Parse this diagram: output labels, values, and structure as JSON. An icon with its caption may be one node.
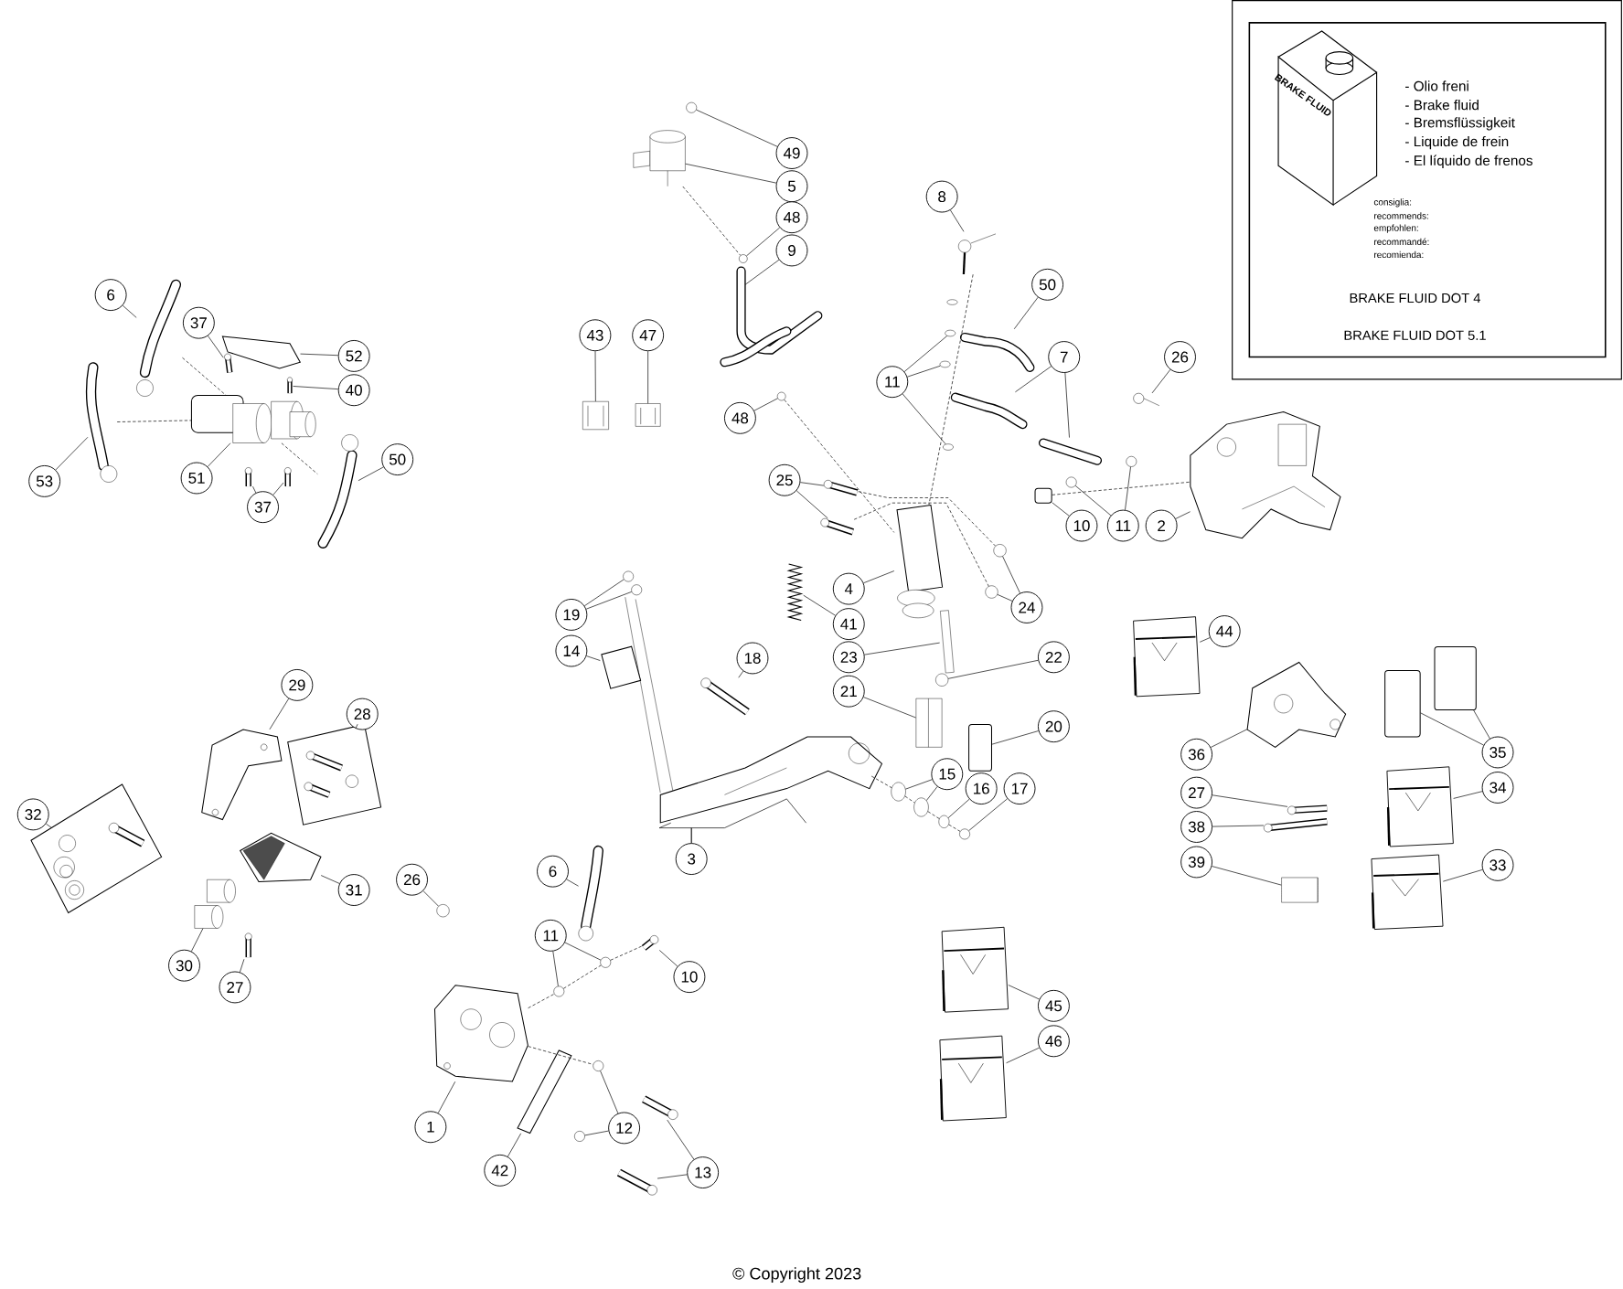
{
  "diagram": {
    "nodes": [
      {
        "text": [
          "- Olio freni",
          "- Brake fluid",
          "- Bremsflüssigkeit",
          "- Liquide de frein",
          "- El líquido de frenos",
          "consiglia:",
          "recommends:",
          "empfohlen:",
          "recommandé:",
          "recomienda:",
          "BRAKE FLUID DOT 4",
          "BRAKE FLUID DOT 5.1"
        ]
      },
      {
        "text": [
          "49"
        ]
      },
      {
        "text": [
          "5"
        ]
      },
      {
        "text": [
          "48"
        ]
      },
      {
        "text": [
          "9"
        ]
      },
      {
        "text": [
          "48"
        ]
      },
      {
        "text": [
          "43"
        ]
      },
      {
        "text": [
          "47"
        ]
      },
      {
        "text": [
          "8"
        ]
      },
      {
        "text": [
          "50"
        ]
      },
      {
        "text": [
          "11"
        ]
      },
      {
        "text": [
          "7"
        ]
      },
      {
        "text": [
          "26"
        ]
      },
      {
        "text": [
          "10"
        ]
      },
      {
        "text": [
          "11"
        ]
      },
      {
        "text": [
          "2"
        ]
      },
      {
        "text": [
          "25"
        ]
      },
      {
        "text": [
          "4"
        ]
      },
      {
        "text": [
          "24"
        ]
      },
      {
        "text": [
          "41"
        ]
      },
      {
        "text": [
          "23"
        ]
      },
      {
        "text": [
          "22"
        ]
      },
      {
        "text": [
          "21"
        ]
      },
      {
        "text": [
          "20"
        ]
      },
      {
        "text": [
          "18"
        ]
      },
      {
        "text": [
          "19"
        ]
      },
      {
        "text": [
          "14"
        ]
      },
      {
        "text": [
          "3"
        ]
      },
      {
        "text": [
          "15"
        ]
      },
      {
        "text": [
          "16"
        ]
      },
      {
        "text": [
          "17"
        ]
      },
      {
        "text": [
          "44"
        ]
      },
      {
        "text": [
          "35"
        ]
      },
      {
        "text": [
          "36"
        ]
      },
      {
        "text": [
          "27"
        ]
      },
      {
        "text": [
          "38"
        ]
      },
      {
        "text": [
          "34"
        ]
      },
      {
        "text": [
          "39"
        ]
      },
      {
        "text": [
          "33"
        ]
      },
      {
        "text": [
          "45"
        ]
      },
      {
        "text": [
          "46"
        ]
      },
      {
        "text": [
          "6"
        ]
      },
      {
        "text": [
          "37"
        ]
      },
      {
        "text": [
          "52"
        ]
      },
      {
        "text": [
          "40"
        ]
      },
      {
        "text": [
          "51"
        ]
      },
      {
        "text": [
          "37"
        ]
      },
      {
        "text": [
          "53"
        ]
      },
      {
        "text": [
          "50"
        ]
      },
      {
        "text": [
          "29"
        ]
      },
      {
        "text": [
          "28"
        ]
      },
      {
        "text": [
          "32"
        ]
      },
      {
        "text": [
          "31"
        ]
      },
      {
        "text": [
          "30"
        ]
      },
      {
        "text": [
          "27"
        ]
      },
      {
        "text": [
          "26"
        ]
      },
      {
        "text": [
          "6"
        ]
      },
      {
        "text": [
          "11"
        ]
      },
      {
        "text": [
          "10"
        ]
      },
      {
        "text": [
          "1"
        ]
      },
      {
        "text": [
          "12"
        ]
      },
      {
        "text": [
          "42"
        ]
      },
      {
        "text": [
          "13"
        ]
      },
      {
        "text": [],
        "shape": "circle"
      },
      {
        "text": [],
        "shape": "picture"
      },
      {
        "text": [],
        "shape": "circle"
      },
      {
        "text": [],
        "shape": "picture"
      },
      {
        "text": [],
        "shape": "circle"
      },
      {
        "text": [],
        "shape": "picture"
      },
      {
        "text": [],
        "shape": "picture"
      },
      {
        "text": [],
        "shape": "picture"
      },
      {
        "text": [],
        "shape": "picture"
      },
      {
        "text": [],
        "shape": "circle"
      },
      {
        "text": [],
        "shape": "circle"
      },
      {
        "text": [],
        "shape": "circle"
      },
      {
        "text": [],
        "shape": "picture"
      },
      {
        "text": [],
        "shape": "picture"
      },
      {
        "text": [],
        "shape": "picture"
      },
      {
        "text": [],
        "shape": "box"
      },
      {
        "text": [],
        "shape": "circle"
      },
      {
        "text": [],
        "shape": "circle"
      },
      {
        "text": [],
        "shape": "picture"
      },
      {
        "text": [],
        "shape": "picture"
      },
      {
        "text": [],
        "shape": "picture"
      },
      {
        "text": [],
        "shape": "picture"
      },
      {
        "text": [],
        "shape": "circle"
      },
      {
        "text": [],
        "shape": "circle"
      },
      {
        "text": [],
        "shape": "picture"
      },
      {
        "text": [],
        "shape": "picture"
      },
      {
        "text": [],
        "shape": "circle"
      },
      {
        "text": [],
        "shape": "picture"
      },
      {
        "text": [],
        "shape": "box"
      },
      {
        "text": [],
        "shape": "picture"
      },
      {
        "text": [],
        "shape": "circle"
      },
      {
        "text": [],
        "shape": "circle"
      },
      {
        "text": [],
        "shape": "picture"
      },
      {
        "text": [],
        "shape": "picture"
      },
      {
        "text": [],
        "shape": "circle"
      },
      {
        "text": [],
        "shape": "circle"
      },
      {
        "text": [],
        "shape": "circle"
      },
      {
        "text": [],
        "shape": "circle"
      },
      {
        "text": [],
        "shape": "picture"
      },
      {
        "text": [],
        "shape": "box"
      },
      {
        "text": [],
        "shape": "box"
      },
      {
        "text": [],
        "shape": "picture"
      },
      {
        "text": [],
        "shape": "picture"
      },
      {
        "text": [],
        "shape": "picture"
      },
      {
        "text": [],
        "shape": "picture"
      },
      {
        "text": [],
        "shape": "cylinder"
      },
      {
        "text": [],
        "shape": "picture"
      },
      {
        "text": [],
        "shape": "picture"
      },
      {
        "text": [],
        "shape": "picture"
      },
      {
        "text": [],
        "shape": "picture"
      },
      {
        "text": [],
        "shape": "picture"
      },
      {
        "text": [],
        "shape": "picture"
      },
      {
        "text": [],
        "shape": "picture"
      },
      {
        "text": [],
        "shape": "picture"
      },
      {
        "text": [],
        "shape": "picture"
      },
      {
        "text": [],
        "shape": "picture"
      },
      {
        "text": [],
        "shape": "picture"
      },
      {
        "text": [],
        "shape": "picture"
      },
      {
        "text": [],
        "shape": "picture"
      },
      {
        "text": [],
        "shape": "picture"
      },
      {
        "text": [],
        "shape": "picture"
      },
      {
        "text": [],
        "shape": "picture"
      },
      {
        "text": [],
        "shape": "picture"
      },
      {
        "text": [],
        "shape": "picture"
      },
      {
        "text": [],
        "shape": "circle"
      },
      {
        "text": [],
        "shape": "picture"
      },
      {
        "text": [],
        "shape": "circle"
      },
      {
        "text": [],
        "shape": "circle"
      },
      {
        "text": [],
        "shape": "picture"
      },
      {
        "text": [],
        "shape": "picture"
      },
      {
        "text": [],
        "shape": "picture"
      },
      {
        "text": [],
        "shape": "circle"
      },
      {
        "text": [],
        "shape": "circle"
      },
      {
        "text": [],
        "shape": "picture"
      },
      {
        "text": [],
        "shape": "picture"
      }
    ],
    "edges": [
      {
        "from": 1,
        "to": 63,
        "arrow": "none"
      },
      {
        "from": 2,
        "to": 64,
        "arrow": "none"
      },
      {
        "from": 3,
        "to": 65,
        "arrow": "none"
      },
      {
        "from": 4,
        "to": 66,
        "arrow": "none"
      },
      {
        "from": 5,
        "to": 67,
        "arrow": "none"
      },
      {
        "from": 6,
        "to": 68,
        "arrow": "none"
      },
      {
        "from": 7,
        "to": 69,
        "arrow": "none"
      },
      {
        "from": 8,
        "to": 70,
        "arrow": "none"
      },
      {
        "from": 9,
        "to": 71,
        "arrow": "none"
      },
      {
        "from": 10,
        "to": 72,
        "arrow": "none"
      },
      {
        "from": 10,
        "to": 73,
        "arrow": "none"
      },
      {
        "from": 10,
        "to": 74,
        "arrow": "none"
      },
      {
        "from": 11,
        "to": 75,
        "arrow": "none"
      },
      {
        "from": 11,
        "to": 76,
        "arrow": "none"
      },
      {
        "from": 12,
        "to": 77,
        "arrow": "none"
      },
      {
        "from": 13,
        "to": 78,
        "arrow": "none"
      },
      {
        "from": 14,
        "to": 79,
        "arrow": "none"
      },
      {
        "from": 14,
        "to": 80,
        "arrow": "none"
      },
      {
        "from": 15,
        "to": 81,
        "arrow": "none"
      },
      {
        "from": 16,
        "to": 82,
        "arrow": "none"
      },
      {
        "from": 16,
        "to": 83,
        "arrow": "none"
      },
      {
        "from": 17,
        "to": 84,
        "arrow": "none"
      },
      {
        "from": 18,
        "to": 85,
        "arrow": "none"
      },
      {
        "from": 18,
        "to": 86,
        "arrow": "none"
      },
      {
        "from": 19,
        "to": 87,
        "arrow": "none"
      },
      {
        "from": 20,
        "to": 88,
        "arrow": "none"
      },
      {
        "from": 21,
        "to": 89,
        "arrow": "none"
      },
      {
        "from": 22,
        "to": 90,
        "arrow": "none"
      },
      {
        "from": 23,
        "to": 91,
        "arrow": "none"
      },
      {
        "from": 24,
        "to": 92,
        "arrow": "none"
      },
      {
        "from": 25,
        "to": 93,
        "arrow": "none"
      },
      {
        "from": 25,
        "to": 94,
        "arrow": "none"
      },
      {
        "from": 26,
        "to": 95,
        "arrow": "none"
      },
      {
        "from": 27,
        "to": 96,
        "arrow": "none"
      },
      {
        "from": 27,
        "to": 96,
        "arrow": "none"
      },
      {
        "from": 28,
        "to": 97,
        "arrow": "none"
      },
      {
        "from": 28,
        "to": 98,
        "arrow": "none"
      },
      {
        "from": 29,
        "to": 99,
        "arrow": "none"
      },
      {
        "from": 30,
        "to": 100,
        "arrow": "none"
      },
      {
        "from": 31,
        "to": 101,
        "arrow": "none"
      },
      {
        "from": 32,
        "to": 102,
        "arrow": "none"
      },
      {
        "from": 32,
        "to": 103,
        "arrow": "none"
      },
      {
        "from": 33,
        "to": 104,
        "arrow": "none"
      },
      {
        "from": 34,
        "to": 105,
        "arrow": "none"
      },
      {
        "from": 35,
        "to": 106,
        "arrow": "none"
      },
      {
        "from": 36,
        "to": 107,
        "arrow": "none"
      },
      {
        "from": 37,
        "to": 108,
        "arrow": "none"
      },
      {
        "from": 38,
        "to": 109,
        "arrow": "none"
      },
      {
        "from": 39,
        "to": 110,
        "arrow": "none"
      },
      {
        "from": 40,
        "to": 111,
        "arrow": "none"
      },
      {
        "from": 41,
        "to": 112,
        "arrow": "none"
      },
      {
        "from": 42,
        "to": 113,
        "arrow": "none"
      },
      {
        "from": 43,
        "to": 114,
        "arrow": "none"
      },
      {
        "from": 44,
        "to": 115,
        "arrow": "none"
      },
      {
        "from": 45,
        "to": 116,
        "arrow": "none"
      },
      {
        "from": 46,
        "to": 117,
        "arrow": "none"
      },
      {
        "from": 46,
        "to": 118,
        "arrow": "none"
      },
      {
        "from": 47,
        "to": 119,
        "arrow": "none"
      },
      {
        "from": 48,
        "to": 120,
        "arrow": "none"
      },
      {
        "from": 49,
        "to": 121,
        "arrow": "none"
      },
      {
        "from": 50,
        "to": 122,
        "arrow": "none"
      },
      {
        "from": 51,
        "to": 123,
        "arrow": "none"
      },
      {
        "from": 52,
        "to": 124,
        "arrow": "none"
      },
      {
        "from": 53,
        "to": 125,
        "arrow": "none"
      },
      {
        "from": 54,
        "to": 126,
        "arrow": "none"
      },
      {
        "from": 55,
        "to": 127,
        "arrow": "none"
      },
      {
        "from": 56,
        "to": 128,
        "arrow": "none"
      },
      {
        "from": 57,
        "to": 129,
        "arrow": "none"
      },
      {
        "from": 57,
        "to": 130,
        "arrow": "none"
      },
      {
        "from": 58,
        "to": 131,
        "arrow": "none"
      },
      {
        "from": 59,
        "to": 132,
        "arrow": "none"
      },
      {
        "from": 60,
        "to": 134,
        "arrow": "none"
      },
      {
        "from": 60,
        "to": 135,
        "arrow": "none"
      },
      {
        "from": 61,
        "to": 133,
        "arrow": "none"
      },
      {
        "from": 62,
        "to": 136,
        "arrow": "none"
      },
      {
        "from": 62,
        "to": 137,
        "arrow": "none"
      },
      {
        "from": 64,
        "to": 65,
        "arrow": "none",
        "style": "dashed"
      },
      {
        "from": 67,
        "to": 84,
        "arrow": "none",
        "style": "dashed"
      },
      {
        "from": 70,
        "to": 84,
        "arrow": "none",
        "style": "dashed"
      },
      {
        "from": 78,
        "to": 81,
        "arrow": "none",
        "style": "dashed"
      },
      {
        "from": 82,
        "to": 85,
        "arrow": "none",
        "style": "dashed"
      },
      {
        "from": 83,
        "to": 86,
        "arrow": "none",
        "style": "dashed"
      },
      {
        "from": 96,
        "to": 97,
        "arrow": "none",
        "style": "dashed"
      },
      {
        "from": 112,
        "to": 116,
        "arrow": "none",
        "style": "dashed"
      },
      {
        "from": 119,
        "to": 116,
        "arrow": "none",
        "style": "dashed"
      },
      {
        "from": 116,
        "to": 120,
        "arrow": "none",
        "style": "dashed"
      },
      {
        "from": 132,
        "to": 129,
        "arrow": "none",
        "style": "dashed"
      },
      {
        "from": 129,
        "to": 130,
        "arrow": "none",
        "style": "dashed"
      },
      {
        "from": 130,
        "to": 131,
        "arrow": "none",
        "style": "dashed"
      },
      {
        "from": 132,
        "to": 134,
        "arrow": "none",
        "style": "dashed"
      },
      {
        "from": 97,
        "to": 98,
        "arrow": "none",
        "style": "dashed"
      },
      {
        "from": 98,
        "to": 99,
        "arrow": "none",
        "style": "dashed"
      },
      {
        "from": 99,
        "to": 100,
        "arrow": "none",
        "style": "dashed"
      }
    ],
    "labels": [
      "BRAKE FLUID",
      "© Copyright 2023"
    ]
  }
}
